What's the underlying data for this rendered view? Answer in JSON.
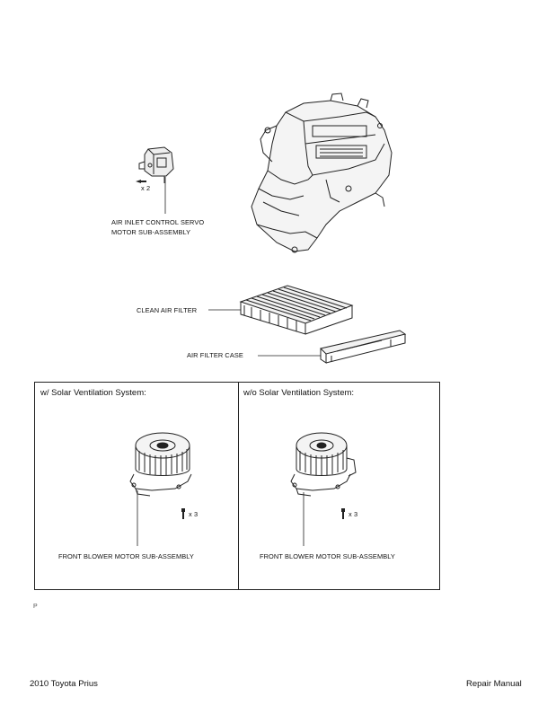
{
  "diagram": {
    "servo_label_line1": "AIR INLET CONTROL SERVO",
    "servo_label_line2": "MOTOR SUB-ASSEMBLY",
    "servo_qty": "x 2",
    "filter_label": "CLEAN AIR FILTER",
    "case_label": "AIR FILTER CASE",
    "code": "P"
  },
  "panels": [
    {
      "title": "w/ Solar Ventilation System:",
      "part_label": "FRONT BLOWER MOTOR SUB-ASSEMBLY",
      "qty": "x 3"
    },
    {
      "title": "w/o Solar Ventilation System:",
      "part_label": "FRONT BLOWER MOTOR SUB-ASSEMBLY",
      "qty": "x 3"
    }
  ],
  "footer": {
    "left": "2010 Toyota Prius",
    "right": "Repair Manual"
  }
}
